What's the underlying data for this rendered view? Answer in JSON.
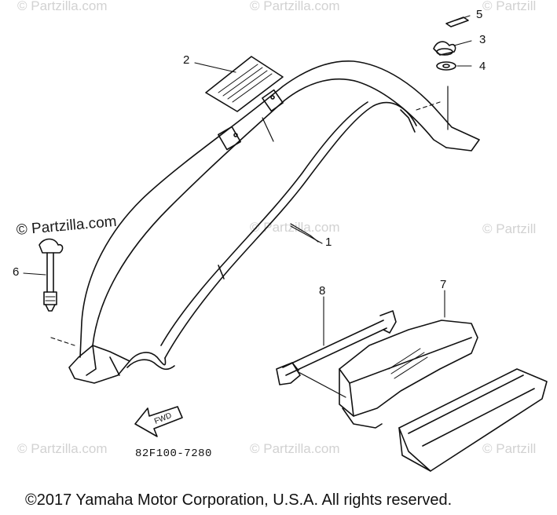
{
  "watermark": {
    "text": "© Partzilla.com",
    "short": "© Partzill",
    "prominent": "© Partzilla.com"
  },
  "callouts": {
    "c1": "1",
    "c2": "2",
    "c3": "3",
    "c4": "4",
    "c5": "5",
    "c6": "6",
    "c7": "7",
    "c8": "8"
  },
  "fwd_label": "FWD",
  "part_code": "82F100-7280",
  "copyright": "©2017 Yamaha Motor Corporation, U.S.A. All rights reserved.",
  "colors": {
    "ink": "#111111",
    "watermark": "#d2d2d2"
  }
}
